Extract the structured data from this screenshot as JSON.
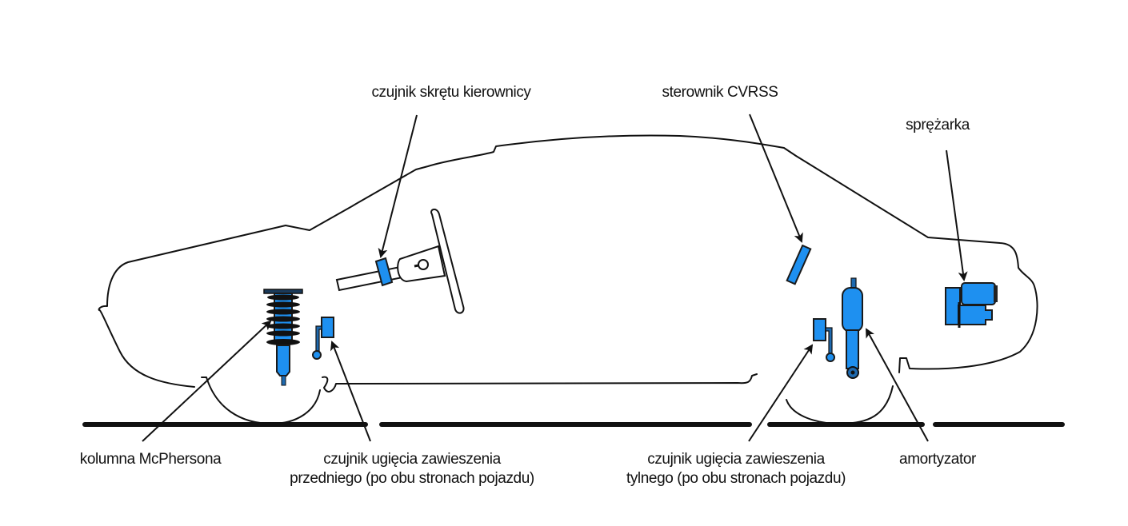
{
  "diagram": {
    "title": "CVRSS suspension system component layout",
    "colors": {
      "component_fill": "#1e90f0",
      "outline": "#111111",
      "background": "#ffffff"
    },
    "labels": {
      "steering_sensor": "czujnik skrętu kierownicy",
      "controller": "sterownik CVRSS",
      "compressor": "sprężarka",
      "mcpherson": "kolumna McPhersona",
      "front_sensor_line1": "czujnik ugięcia zawieszenia",
      "front_sensor_line2": "przedniego (po obu stronach pojazdu)",
      "rear_sensor_line1": "czujnik ugięcia zawieszenia",
      "rear_sensor_line2": "tylnego (po obu stronach pojazdu)",
      "shock_absorber": "amortyzator"
    },
    "components": [
      {
        "id": "steering-angle-sensor",
        "label_key": "steering_sensor",
        "icon": "sensor-ring-icon"
      },
      {
        "id": "cvrss-controller",
        "label_key": "controller",
        "icon": "control-module-icon"
      },
      {
        "id": "compressor",
        "label_key": "compressor",
        "icon": "compressor-icon"
      },
      {
        "id": "mcpherson-strut",
        "label_key": "mcpherson",
        "icon": "coil-spring-strut-icon"
      },
      {
        "id": "front-height-sensor",
        "label_key": "front_sensor_line1",
        "icon": "height-sensor-icon"
      },
      {
        "id": "rear-height-sensor",
        "label_key": "rear_sensor_line1",
        "icon": "height-sensor-icon"
      },
      {
        "id": "shock-absorber",
        "label_key": "shock_absorber",
        "icon": "shock-absorber-icon"
      }
    ]
  }
}
